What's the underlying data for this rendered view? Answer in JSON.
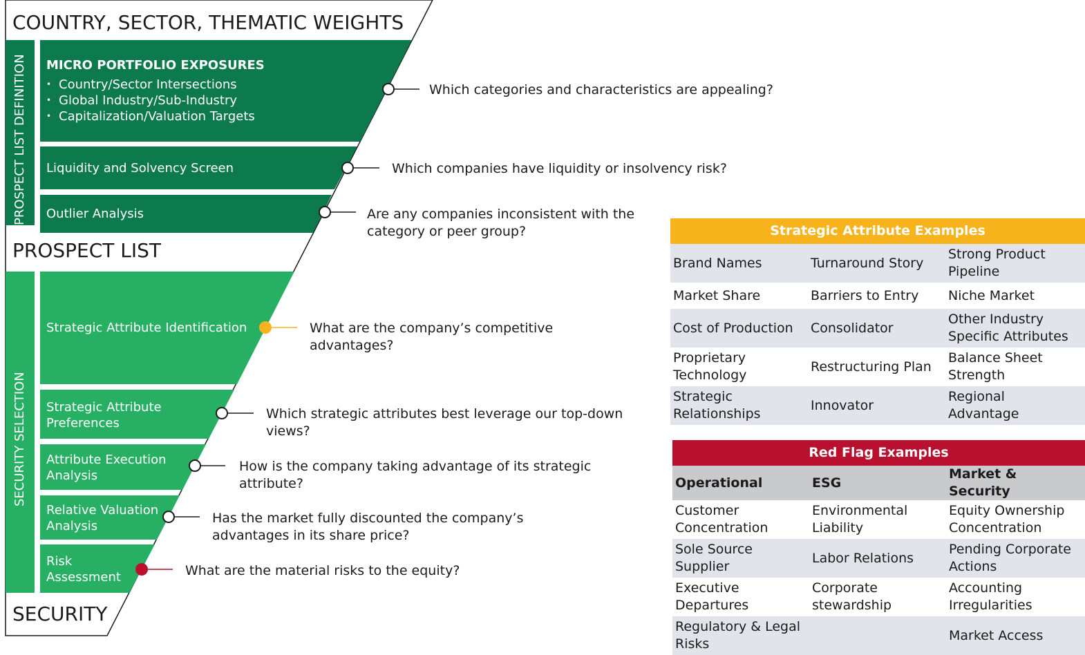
{
  "colors": {
    "dark_green": "#0c7a4c",
    "light_green": "#27b064",
    "orange": "#f6b31c",
    "red": "#b8102e",
    "table_shade": "#e1e4ea",
    "table_header_grey": "#c9cacc"
  },
  "funnel": {
    "top_header": "COUNTRY, SECTOR, THEMATIC WEIGHTS",
    "middle_header": "PROSPECT LIST",
    "bottom_header": "SECURITY",
    "section_prospect": "PROSPECT LIST DEFINITION",
    "section_security": "SECURITY SELECTION",
    "micro_title": "MICRO PORTFOLIO EXPOSURES",
    "micro_bullets": [
      "Country/Sector Intersections",
      "Global Industry/Sub-Industry",
      "Capitalization/Valuation Targets"
    ],
    "steps": [
      {
        "label": "Liquidity and Solvency Screen"
      },
      {
        "label": "Outlier Analysis"
      },
      {
        "label": "Strategic Attribute Identification"
      },
      {
        "label": "Strategic Attribute\nPreferences"
      },
      {
        "label": "Attribute Execution\nAnalysis"
      },
      {
        "label": "Relative Valuation\nAnalysis"
      },
      {
        "label": "Risk\nAssessment"
      }
    ]
  },
  "questions": [
    "Which categories and characteristics are appealing?",
    "Which companies have liquidity or insolvency risk?",
    "Are any companies inconsistent with the\ncategory or peer group?",
    "What are the company’s competitive\nadvantages?",
    "Which strategic attributes best leverage our top-down\nviews?",
    "How is the company taking advantage of its strategic\nattribute?",
    "Has the market fully discounted the company’s\nadvantages in its share price?",
    "What are the material risks to the equity?"
  ],
  "strategic_table": {
    "title": "Strategic Attribute Examples",
    "rows": [
      [
        "Brand Names",
        "Turnaround Story",
        "Strong Product\nPipeline"
      ],
      [
        "Market Share",
        "Barriers to Entry",
        "Niche Market"
      ],
      [
        "Cost of Production",
        "Consolidator",
        "Other Industry\nSpecific Attributes"
      ],
      [
        "Proprietary\nTechnology",
        "Restructuring Plan",
        "Balance Sheet\nStrength"
      ],
      [
        "Strategic\nRelationships",
        "Innovator",
        "Regional\nAdvantage"
      ]
    ]
  },
  "redflag_table": {
    "title": "Red Flag Examples",
    "headers": [
      "Operational",
      "ESG",
      "Market & Security"
    ],
    "rows": [
      [
        "Customer\nConcentration",
        "Environmental\nLiability",
        "Equity Ownership\nConcentration"
      ],
      [
        "Sole Source\nSupplier",
        "Labor Relations",
        "Pending Corporate\nActions"
      ],
      [
        "Executive\nDepartures",
        "Corporate\nstewardship",
        "Accounting\nIrregularities"
      ],
      [
        "Regulatory & Legal\nRisks",
        "",
        "Market Access"
      ]
    ]
  }
}
